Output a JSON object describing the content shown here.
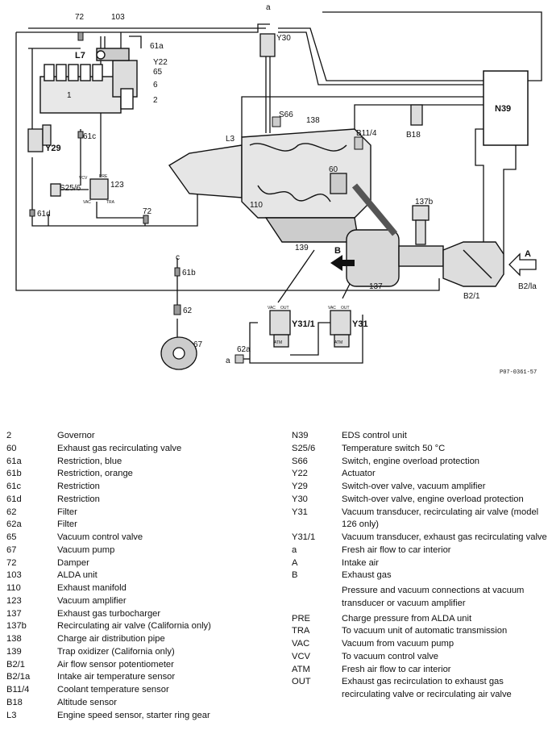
{
  "diagram": {
    "labels": {
      "l72a": "72",
      "l103": "103",
      "l61a": "61a",
      "l7": "L7",
      "lY22": "Y22",
      "l65": "65",
      "l6": "6",
      "l2": "2",
      "l1": "1",
      "l61c": "61c",
      "lY29": "Y29",
      "lS256": "S25/6",
      "l123": "123",
      "l61d": "61d",
      "l72b": "72",
      "la_top": "a",
      "lY30": "Y30",
      "lN39": "N39",
      "lB18": "B18",
      "lS66": "S66",
      "l138": "138",
      "lL3": "L3",
      "lB114": "B11/4",
      "l60": "60",
      "l110": "110",
      "l137b": "137b",
      "l139": "139",
      "lB": "B",
      "l137": "137",
      "lA": "A",
      "lB2la": "B2/la",
      "lB21": "B2/1",
      "lc": "c",
      "l61b": "61b",
      "l62": "62",
      "l67": "67",
      "lY311": "Y31/1",
      "lY31": "Y31",
      "l62a": "62a",
      "la_bot": "a"
    },
    "port_labels": {
      "vac1": "VAC",
      "out1": "OUT",
      "atm1": "ATM",
      "vac2": "VAC",
      "out2": "OUT",
      "atm2": "ATM",
      "vcv": "VCV",
      "vac3": "VAC",
      "tra": "TRA",
      "pre": "PRE"
    },
    "ref_code": "P07-0361-57"
  },
  "legend_left": [
    {
      "key": "2",
      "value": "Governor"
    },
    {
      "key": "60",
      "value": "Exhaust gas recirculating valve"
    },
    {
      "key": "61a",
      "value": "Restriction, blue"
    },
    {
      "key": "61b",
      "value": "Restriction, orange"
    },
    {
      "key": "61c",
      "value": "Restriction"
    },
    {
      "key": "61d",
      "value": "Restriction"
    },
    {
      "key": "62",
      "value": "Filter"
    },
    {
      "key": "62a",
      "value": "Filter"
    },
    {
      "key": "65",
      "value": "Vacuum control valve"
    },
    {
      "key": "67",
      "value": "Vacuum pump"
    },
    {
      "key": "72",
      "value": "Damper"
    },
    {
      "key": "103",
      "value": "ALDA unit"
    },
    {
      "key": "110",
      "value": "Exhaust manifold"
    },
    {
      "key": "123",
      "value": "Vacuum amplifier"
    },
    {
      "key": "137",
      "value": "Exhaust gas turbocharger"
    },
    {
      "key": "137b",
      "value": "Recirculating air valve (California only)"
    },
    {
      "key": "138",
      "value": "Charge air distribution pipe"
    },
    {
      "key": "139",
      "value": "Trap oxidizer (California only)"
    },
    {
      "key": "B2/1",
      "value": "Air flow sensor potentiometer"
    },
    {
      "key": "B2/1a",
      "value": "Intake air temperature sensor"
    },
    {
      "key": "B11/4",
      "value": "Coolant temperature sensor"
    },
    {
      "key": "B18",
      "value": "Altitude sensor"
    },
    {
      "key": "L3",
      "value": "Engine speed sensor, starter ring gear"
    }
  ],
  "legend_right": [
    {
      "key": "N39",
      "value": "EDS control unit"
    },
    {
      "key": "S25/6",
      "value": "Temperature switch 50 °C"
    },
    {
      "key": "S66",
      "value": "Switch, engine overload protection"
    },
    {
      "key": "Y22",
      "value": "Actuator"
    },
    {
      "key": "Y29",
      "value": "Switch-over valve, vacuum amplifier"
    },
    {
      "key": "Y30",
      "value": "Switch-over valve, engine overload protection"
    },
    {
      "key": "Y31",
      "value": "Vacuum transducer, recirculating air valve (model 126 only)"
    },
    {
      "key": "Y31/1",
      "value": "Vacuum transducer, exhaust gas recirculating valve"
    },
    {
      "key": "a",
      "value": "Fresh air flow to car interior"
    },
    {
      "key": "A",
      "value": "Intake air"
    },
    {
      "key": "B",
      "value": "Exhaust gas"
    },
    {
      "key": "",
      "value": "Pressure and vacuum connections at vacuum transducer or vacuum amplifier"
    },
    {
      "key": "PRE",
      "value": "Charge pressure from ALDA unit"
    },
    {
      "key": "TRA",
      "value": "To vacuum unit of automatic transmission"
    },
    {
      "key": "VAC",
      "value": "Vacuum from vacuum pump"
    },
    {
      "key": "VCV",
      "value": "To vacuum control valve"
    },
    {
      "key": "ATM",
      "value": "Fresh air flow to car interior"
    },
    {
      "key": "OUT",
      "value": "Exhaust gas recirculation to exhaust gas recirculating valve or recirculating air valve"
    }
  ]
}
